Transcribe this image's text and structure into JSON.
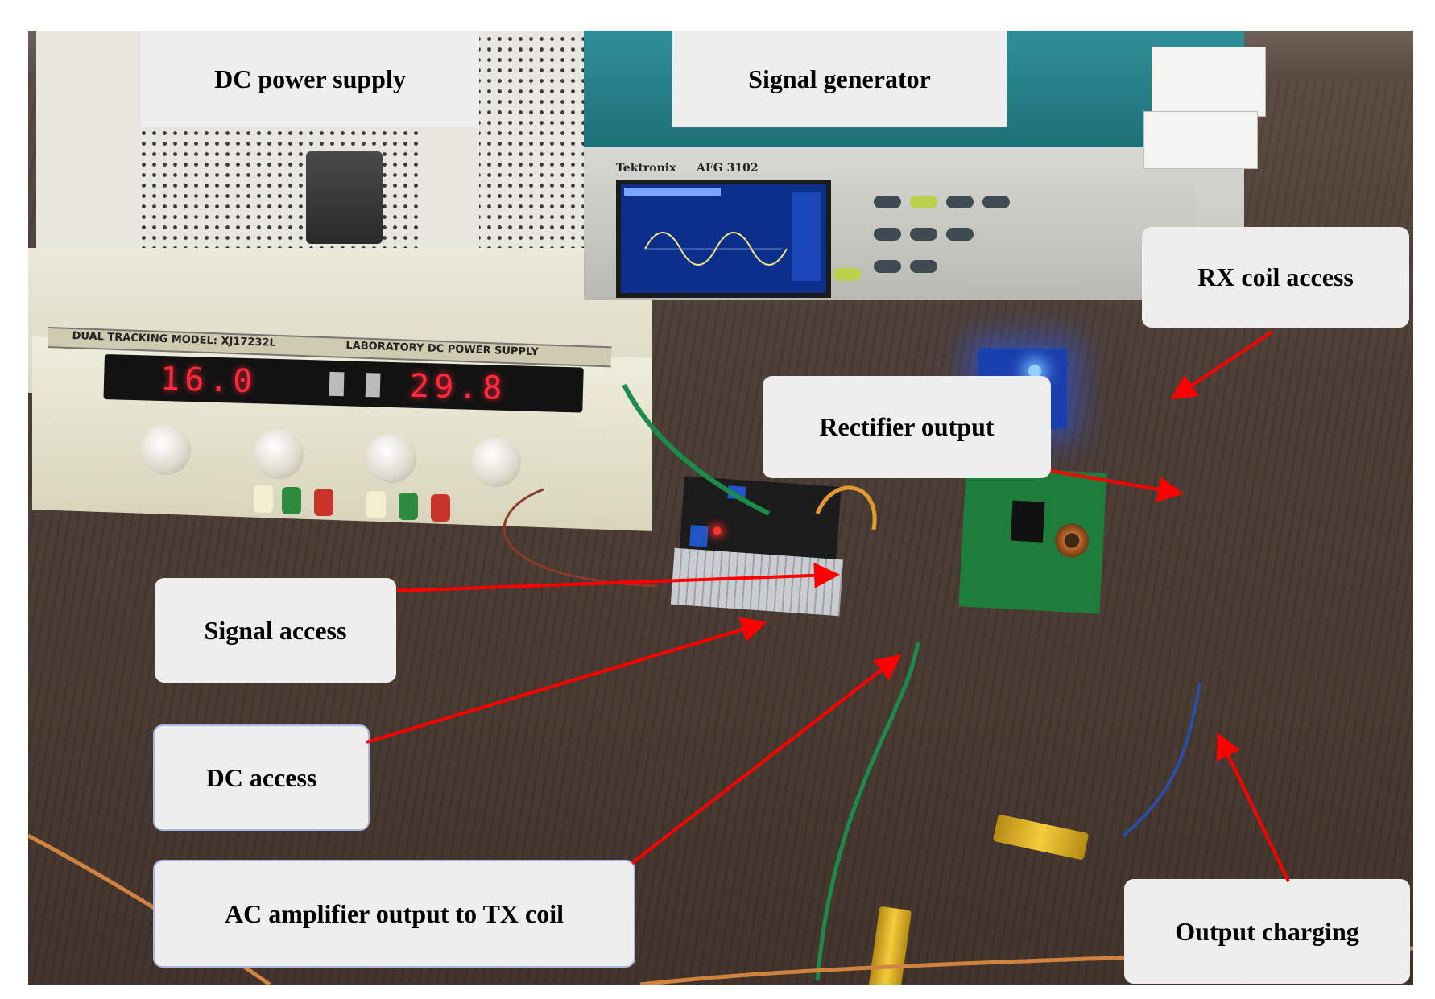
{
  "labels": {
    "dc_power_supply": "DC power supply",
    "signal_generator": "Signal generator",
    "rx_coil_access": "RX coil access",
    "rectifier_output": "Rectifier output",
    "signal_access": "Signal access",
    "dc_access": "DC access",
    "ac_amplifier_output": "AC amplifier output to TX coil",
    "output_charging": "Output charging"
  },
  "psu": {
    "model_text": "DUAL TRACKING MODEL: XJ17232L",
    "brand_text": "LABORATORY DC POWER SUPPLY",
    "display_left": "16.0",
    "display_right": "29.8"
  },
  "signal_gen": {
    "brand": "Tektronix",
    "model": "AFG 3102"
  },
  "colors": {
    "arrow": "#ff0000",
    "label_bg": "#efeeee",
    "label_border": "#a9b7e0",
    "led_red": "#ff2a3c",
    "board_blue_glow": "#285aff"
  }
}
